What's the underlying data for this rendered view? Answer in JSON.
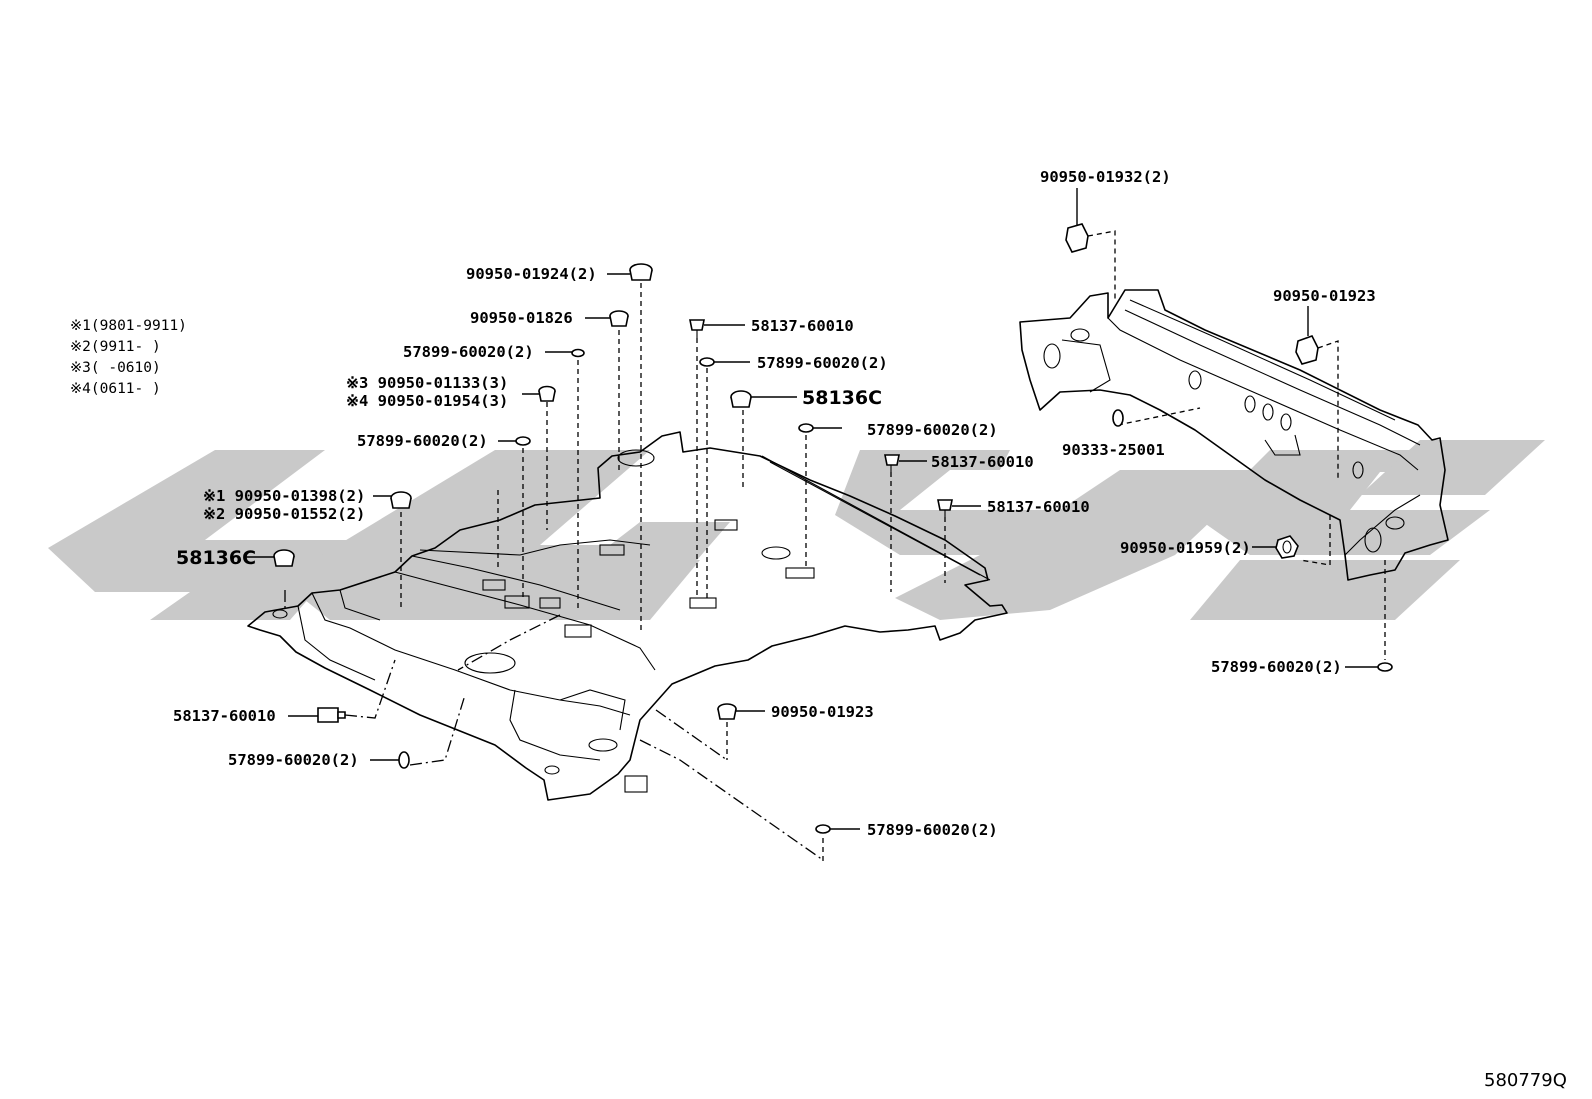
{
  "diagram_code": "580779Q",
  "notes": [
    "※1(9801-9911)",
    "※2(9911-      )",
    "※3(      -0610)",
    "※4(0611-      )"
  ],
  "callouts": {
    "c01": "90950-01924(2)",
    "c02": "90950-01826",
    "c03": "57899-60020(2)",
    "c04": "※3 90950-01133(3)",
    "c05": "※4 90950-01954(3)",
    "c06": "57899-60020(2)",
    "c07": "※1 90950-01398(2)",
    "c08": "※2 90950-01552(2)",
    "c09": "58136C",
    "c10": "58137-60010",
    "c11": "57899-60020(2)",
    "c12": "58136C",
    "c13": "57899-60020(2)",
    "c14": "58137-60010",
    "c15": "58137-60010",
    "c16": "90950-01923",
    "c17": "57899-60020(2)",
    "c18": "58137-60010",
    "c19": "57899-60020(2)",
    "c20": "90950-01932(2)",
    "c21": "90950-01923",
    "c22": "90333-25001",
    "c23": "90950-01959(2)",
    "c24": "57899-60020(2)"
  }
}
